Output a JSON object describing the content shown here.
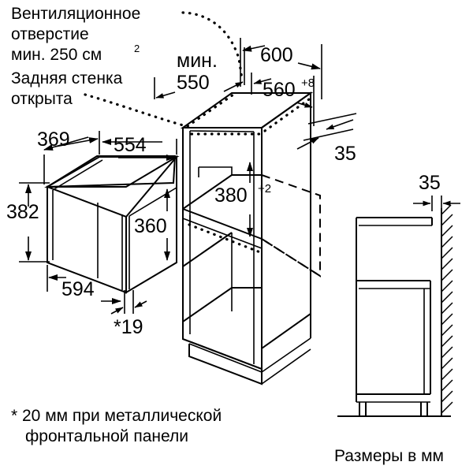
{
  "document": {
    "type": "installation-dimension-drawing",
    "units_note": "Размеры в мм"
  },
  "notes": {
    "vent_line1": "Вентиляционное",
    "vent_line2": "отверстие",
    "vent_line3_prefix": "мин. 250 см",
    "vent_line3_sup": "2",
    "back_line1": "Задняя стенка",
    "back_line2": "открыта",
    "footnote_line1": "* 20 мм при металлической",
    "footnote_line2": "фронтальной панели",
    "units": "Размеры в мм"
  },
  "appliance": {
    "label": "microwave-oven-isometric",
    "dimensions": {
      "depth_top": "369",
      "width_top": "554",
      "height_left": "382",
      "height_right": "360",
      "width_bottom": "594",
      "front_panel_thickness": "*19"
    }
  },
  "cabinet": {
    "label": "niche-cabinet-isometric",
    "dimensions": {
      "min_depth_prefix": "мин.",
      "min_depth_value": "550",
      "outer_width": "600",
      "niche_width_base": "560",
      "niche_width_tol": "+8",
      "niche_height_base": "380",
      "niche_height_tol": "+2",
      "top_gap": "35"
    }
  },
  "side_view": {
    "label": "cabinet-side-view-with-wall",
    "dimensions": {
      "wall_gap": "35"
    }
  },
  "colors": {
    "line": "#000000",
    "background": "#ffffff"
  }
}
